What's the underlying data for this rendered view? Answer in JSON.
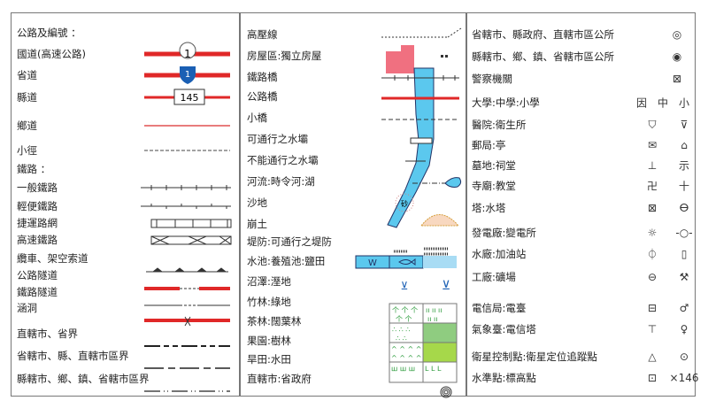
{
  "left": {
    "title": "公路及編號 ：",
    "items": [
      "國道(高速公路)",
      "省道",
      "縣道",
      "鄉道",
      "小徑",
      "鐵路 ：",
      "一般鐵路",
      "輕便鐵路",
      "捷運路網",
      "高速鐵路",
      "纜車、架空索道",
      "公路隧道",
      "鐵路隧道",
      "涵洞",
      "直轄市、省界",
      "省轄市、縣、直轄市區界",
      "縣轄市、鄉、鎮、省轄市區界"
    ],
    "shield_national": "1",
    "shield_provincial": "1",
    "county_number": "145"
  },
  "middle": {
    "items": [
      "高壓線",
      "房屋區:獨立房屋",
      "鐵路橋",
      "公路橋",
      "小橋",
      "可通行之水壩",
      "不能通行之水壩",
      "河流:時令河:湖",
      "沙地",
      "崩土",
      "堤防:可通行之堤防",
      "水池:養殖池:鹽田",
      "沼澤:溼地",
      "竹林:綠地",
      "茶林:闊葉林",
      "果園:樹林",
      "旱田:水田",
      "直轄市:省政府"
    ],
    "pond_label": "W",
    "sand_label": "砂"
  },
  "right": {
    "items": [
      {
        "label": "省轄市、縣政府、直轄市區公所",
        "icons": [
          "◎"
        ]
      },
      {
        "label": "縣轄市、鄉、鎮、省轄市區公所",
        "icons": [
          "◉"
        ]
      },
      {
        "label": "警察機關",
        "icons": [
          "⊠"
        ]
      },
      {
        "label": "大學:中學:小學",
        "icons": [
          "因",
          "中",
          "小"
        ]
      },
      {
        "label": "醫院:衛生所",
        "icons": [
          "⛉",
          "⊽"
        ]
      },
      {
        "label": "郵局:亭",
        "icons": [
          "✉",
          "⌂"
        ]
      },
      {
        "label": "墓地:祠堂",
        "icons": [
          "⊥",
          "示"
        ]
      },
      {
        "label": "寺廟:教堂",
        "icons": [
          "卍",
          "十"
        ]
      },
      {
        "label": "塔:水塔",
        "icons": [
          "⊠",
          "ⴱ"
        ]
      },
      {
        "label": "發電廠:變電所",
        "icons": [
          "☼",
          "-○-"
        ]
      },
      {
        "label": "水廠:加油站",
        "icons": [
          "⏀",
          "▯"
        ]
      },
      {
        "label": "工廠:礦場",
        "icons": [
          "⊖",
          "⚒"
        ]
      },
      {
        "label": "電信局:電臺",
        "icons": [
          "⊟",
          "♂"
        ]
      },
      {
        "label": "氣象臺:電信塔",
        "icons": [
          "⊤",
          "♀"
        ]
      },
      {
        "label": "衛星控制點:衛星定位追蹤點",
        "icons": [
          "△",
          "⊙"
        ]
      },
      {
        "label": "水準點:標高點",
        "icons": [
          "⊡",
          "×146"
        ]
      }
    ]
  },
  "colors": {
    "road": "#e02828",
    "water": "#5bc8ee",
    "house": "#f07080",
    "shield": "#1a5fb4",
    "forest": "#2a9a3a",
    "greenland": "#a6d84a"
  }
}
